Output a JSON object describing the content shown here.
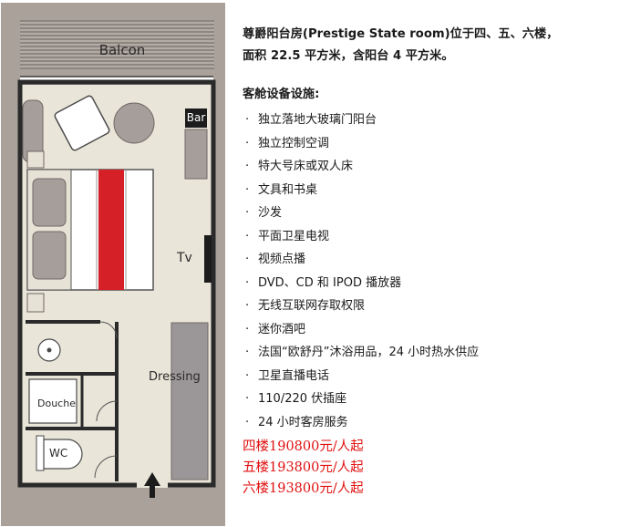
{
  "colors": {
    "accent_red": "#d42026",
    "price_red": "#e01010",
    "wall_frame": "#a9a19a",
    "floor": "#e9e5d9",
    "furniture_gray": "#a69e9a",
    "dressing_gray": "#9b9698",
    "bar_black": "#1c1c1c"
  },
  "floor_plan": {
    "labels": {
      "balcony": "Balcon",
      "bar": "Bar",
      "tv": "Tv",
      "dressing": "Dressing",
      "shower": "Douche",
      "toilet": "WC"
    },
    "icons": [
      "entrance-arrow-icon",
      "shower-drain-icon",
      "toilet-icon",
      "bed-icon",
      "sofa-icon",
      "armchair-icon"
    ]
  },
  "description": {
    "intro_line_1": "尊爵阳台房(Prestige State room)位于四、五、六楼，",
    "intro_line_2": "面积 22.5 平方米，含阳台 4 平方米。",
    "amenities_title": "客舱设备设施:",
    "bullet": "·",
    "amenities": [
      "独立落地大玻璃门阳台",
      "独立控制空调",
      "特大号床或双人床",
      "文具和书桌",
      "沙发",
      "平面卫星电视",
      "视频点播",
      "DVD、CD 和 IPOD 播放器",
      "无线互联网存取权限",
      "迷你酒吧",
      "法国“欧舒丹”沐浴用品，24 小时热水供应",
      "卫星直播电话",
      "110/220 伏插座",
      "24 小时客房服务"
    ]
  },
  "prices": [
    "四楼190800元/人起",
    "五楼193800元/人起",
    "六楼193800元/人起"
  ]
}
